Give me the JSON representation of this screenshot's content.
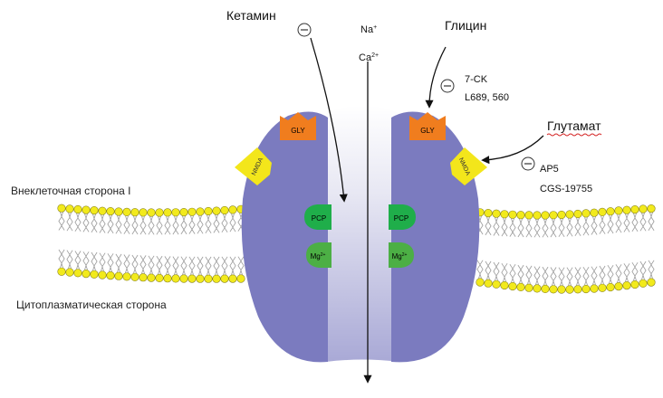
{
  "labels": {
    "ketamine": "Кетамин",
    "glycine": "Глицин",
    "glutamate": "Глутамат",
    "na": "Na",
    "na_sup": "+",
    "ca": "Ca",
    "ca_sup": "2+",
    "sevenck": "7-CK",
    "l689": "L689, 560",
    "ap5": "AP5",
    "cgs": "CGS-19755",
    "extracellular": "Внеклеточная сторона I",
    "cytoplasmic": "Цитоплазматическая сторона",
    "gly": "GLY",
    "nmda": "NMDA",
    "pcp": "PCP",
    "mg": "Mg",
    "mg_sup": "2+"
  },
  "colors": {
    "subunit": "#7b7bbf",
    "gly_site": "#f07d1e",
    "nmda_site": "#f3e61b",
    "pcp_site": "#1fae4a",
    "mg_site": "#4caf45",
    "lipid_head": "#f2ea1c",
    "lipid_tail": "#9a9a9a",
    "text": "#111111"
  }
}
